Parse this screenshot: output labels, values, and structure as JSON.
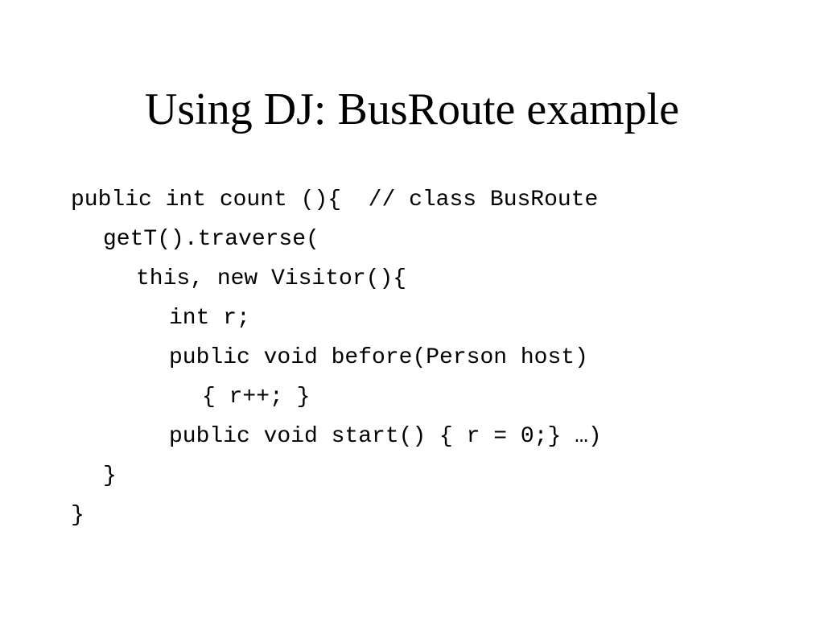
{
  "slide": {
    "title": "Using DJ: BusRoute example",
    "code_lines": [
      {
        "indent": 0,
        "text": "public int count (){  // class BusRoute"
      },
      {
        "indent": 1,
        "text": "getT().traverse("
      },
      {
        "indent": 2,
        "text": "this, new Visitor(){"
      },
      {
        "indent": 3,
        "text": "int r;"
      },
      {
        "indent": 3,
        "text": "public void before(Person host)"
      },
      {
        "indent": 4,
        "text": "{ r++; }"
      },
      {
        "indent": 3,
        "text": "public void start() { r = 0;} …)"
      },
      {
        "indent": 1,
        "text": "}"
      },
      {
        "indent": 0,
        "text": "}"
      }
    ]
  }
}
